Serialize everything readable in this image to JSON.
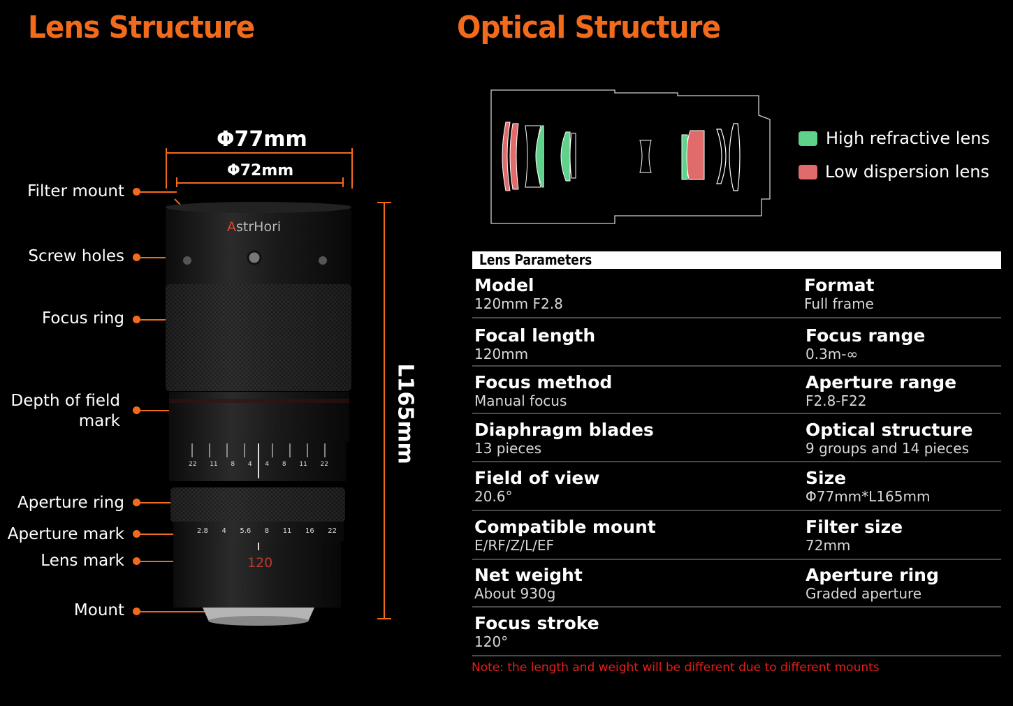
{
  "headings": {
    "lens_structure": "Lens Structure",
    "optical_structure": "Optical Structure"
  },
  "dimensions": {
    "outer_diameter": "Φ77mm",
    "filter_diameter": "Φ72mm",
    "length": "L165mm"
  },
  "callouts": [
    {
      "label": "Filter mount"
    },
    {
      "label": "Screw holes"
    },
    {
      "label": "Focus ring"
    },
    {
      "label": "Depth of field mark"
    },
    {
      "label": "Aperture ring"
    },
    {
      "label": "Aperture mark"
    },
    {
      "label": "Lens mark"
    },
    {
      "label": "Mount"
    }
  ],
  "lens_body": {
    "brand": "AstrHori",
    "lens_mark": "120",
    "aperture_scale": [
      "2.8",
      "4",
      "5.6",
      "8",
      "11",
      "16",
      "22"
    ],
    "dof_scale": [
      "22",
      "11",
      "8",
      "4",
      "4",
      "8",
      "11",
      "22"
    ]
  },
  "legend": [
    {
      "label": "High refractive lens",
      "color": "#5fd18a"
    },
    {
      "label": "Low dispersion lens",
      "color": "#e06b6b"
    }
  ],
  "params": {
    "title": "Lens Parameters",
    "rows": [
      [
        {
          "label": "Model",
          "value": "120mm F2.8"
        },
        {
          "label": "Format",
          "value": "Full frame"
        }
      ],
      [
        {
          "label": "Focal length",
          "value": "120mm"
        },
        {
          "label": "Focus range",
          "value": "0.3m-∞"
        }
      ],
      [
        {
          "label": "Focus method",
          "value": "Manual focus"
        },
        {
          "label": "Aperture range",
          "value": "F2.8-F22"
        }
      ],
      [
        {
          "label": "Diaphragm blades",
          "value": "13 pieces"
        },
        {
          "label": "Optical structure",
          "value": "9 groups and 14 pieces"
        }
      ],
      [
        {
          "label": "Field of view",
          "value": "20.6°"
        },
        {
          "label": "Size",
          "value": "Φ77mm*L165mm"
        }
      ],
      [
        {
          "label": "Compatible mount",
          "value": "E/RF/Z/L/EF"
        },
        {
          "label": "Filter size",
          "value": "72mm"
        }
      ],
      [
        {
          "label": "Net weight",
          "value": "About 930g"
        },
        {
          "label": "Aperture ring",
          "value": "Graded aperture"
        }
      ],
      [
        {
          "label": "Focus stroke",
          "value": "120°"
        }
      ]
    ]
  },
  "note": "Note: the length and weight will be different due to different mounts",
  "colors": {
    "accent": "#f26b1d",
    "note": "#e3201b"
  }
}
